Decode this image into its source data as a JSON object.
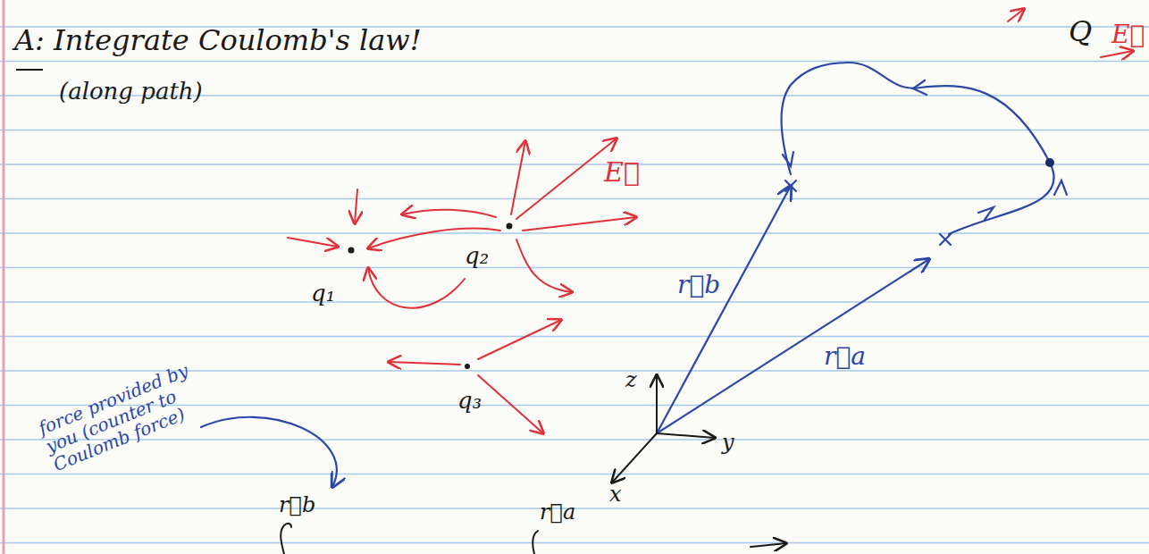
{
  "diagram": {
    "title": "A: Integrate Coulomb's law!",
    "labels": [
      "(along path)",
      "E⃗",
      "q₁",
      "q₂",
      "q₃",
      "Q",
      "E⃗",
      "r⃗b",
      "r⃗a",
      "z",
      "y",
      "x",
      "force provided by you (counter to Coulomb force)",
      "r⃗b",
      "r⃗a"
    ]
  }
}
